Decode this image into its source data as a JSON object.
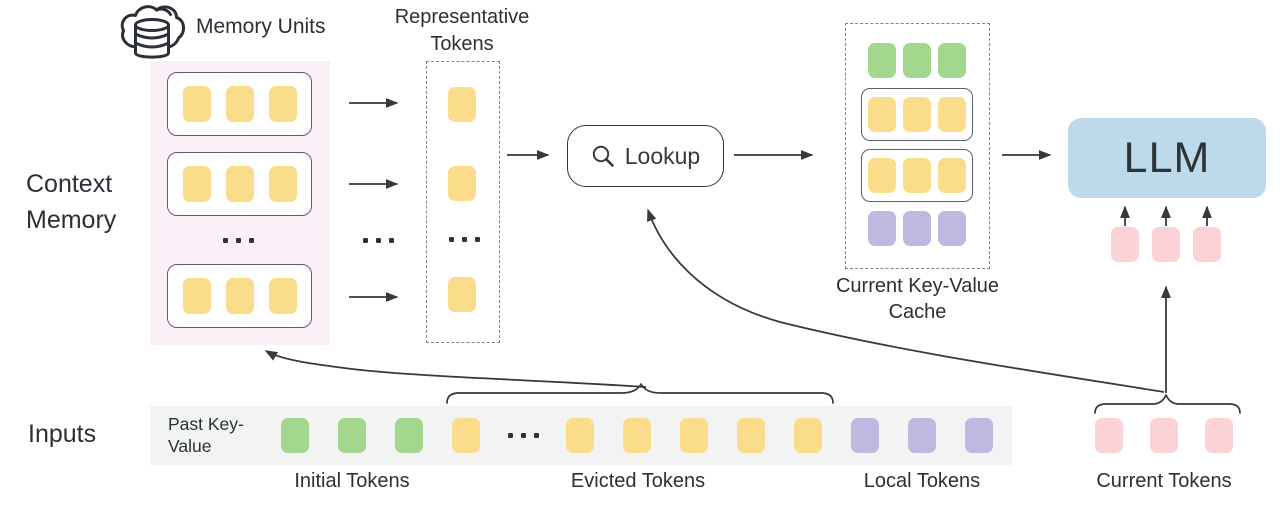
{
  "colors": {
    "token_yellow": "#FADC8A",
    "token_green": "#A3D78D",
    "token_purple": "#BDB9E0",
    "token_pink": "#FBD2D5",
    "llm_blue": "#BDDAEA",
    "memory_bg": "#FBF0F8",
    "strip_bg": "#F2F4F3",
    "line_stroke": "#343A40",
    "text_dark": "#2B3037"
  },
  "ellipsis": {
    "dot_count": 3
  },
  "context_memory": {
    "section_label": "Context Memory",
    "memory_units_label": "Memory Units",
    "units_before_ellipsis": 2,
    "units_after_ellipsis": 1,
    "tokens_per_unit": 3
  },
  "representative": {
    "label": "Representative Tokens",
    "tokens_before_ellipsis": 2,
    "tokens_after_ellipsis": 1
  },
  "lookup": {
    "label": "Lookup"
  },
  "kv_cache": {
    "label": "Current Key-Value Cache",
    "rows": [
      {
        "name": "initial-row",
        "color": "green",
        "tokens": 3,
        "boxed": false
      },
      {
        "name": "memory-unit-row",
        "color": "yellow",
        "tokens": 3,
        "boxed": true
      },
      {
        "name": "memory-unit-row",
        "color": "yellow",
        "tokens": 3,
        "boxed": true
      },
      {
        "name": "local-row",
        "color": "purple",
        "tokens": 3,
        "boxed": false
      }
    ]
  },
  "llm": {
    "label": "LLM",
    "input_token_count": 3
  },
  "inputs": {
    "section_label": "Inputs",
    "strip_label": "Past Key-Value",
    "groups": [
      {
        "label": "Initial Tokens",
        "color": "green",
        "token_count": 3
      },
      {
        "label": "Evicted Tokens",
        "color": "yellow",
        "tokens_before_ellipsis": 1,
        "tokens_after_ellipsis": 5
      },
      {
        "label": "Local Tokens",
        "color": "purple",
        "token_count": 3
      },
      {
        "label": "Current Tokens",
        "color": "pink",
        "token_count": 3
      }
    ]
  }
}
